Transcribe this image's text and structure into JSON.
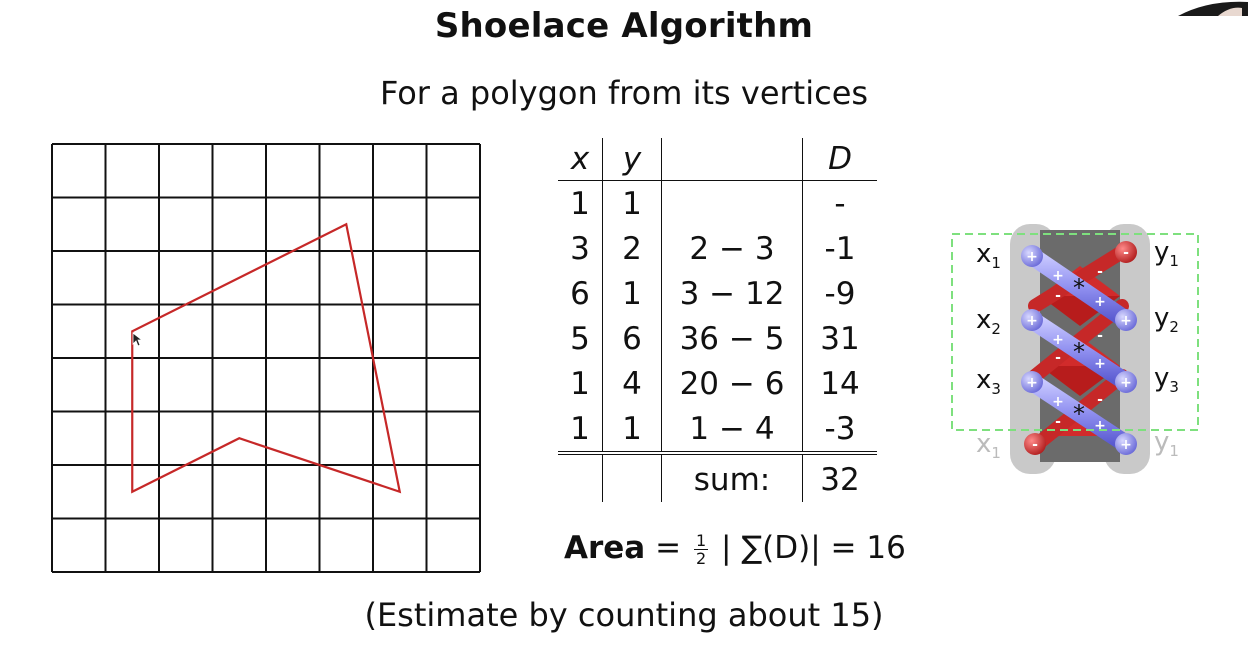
{
  "title": "Shoelace Algorithm",
  "subtitle": "For a polygon from its vertices",
  "table": {
    "headers": [
      "x",
      "y",
      "",
      "D"
    ],
    "rows": [
      {
        "x": "1",
        "y": "1",
        "expr": "",
        "d": "-"
      },
      {
        "x": "3",
        "y": "2",
        "expr": "2 − 3",
        "d": "-1"
      },
      {
        "x": "6",
        "y": "1",
        "expr": "3 − 12",
        "d": "-9"
      },
      {
        "x": "5",
        "y": "6",
        "expr": "36 − 5",
        "d": "31"
      },
      {
        "x": "1",
        "y": "4",
        "expr": "20 − 6",
        "d": "14"
      },
      {
        "x": "1",
        "y": "1",
        "expr": "1 − 4",
        "d": "-3"
      }
    ],
    "sum_label": "sum:",
    "sum_value": "32"
  },
  "area": {
    "label": "Area",
    "frac_num": "1",
    "frac_den": "2",
    "expression": "| ∑(D)| = 16"
  },
  "estimate": "(Estimate by counting about 15)",
  "polygon": {
    "vertices": [
      [
        1,
        1
      ],
      [
        3,
        2
      ],
      [
        6,
        1
      ],
      [
        5,
        6
      ],
      [
        1,
        4
      ]
    ],
    "color": "#c62828",
    "grid_size": 8
  },
  "shoelace_labels": {
    "x1": "x",
    "x2": "x",
    "x3": "x",
    "x1b": "x",
    "y1": "y",
    "y2": "y",
    "y3": "y",
    "y1b": "y",
    "sub1": "1",
    "sub2": "2",
    "sub3": "3",
    "sub1b": "1"
  },
  "colors": {
    "rod": "#8f8ff0",
    "neg": "#c62828",
    "dashed_box": "#7ee07e"
  }
}
